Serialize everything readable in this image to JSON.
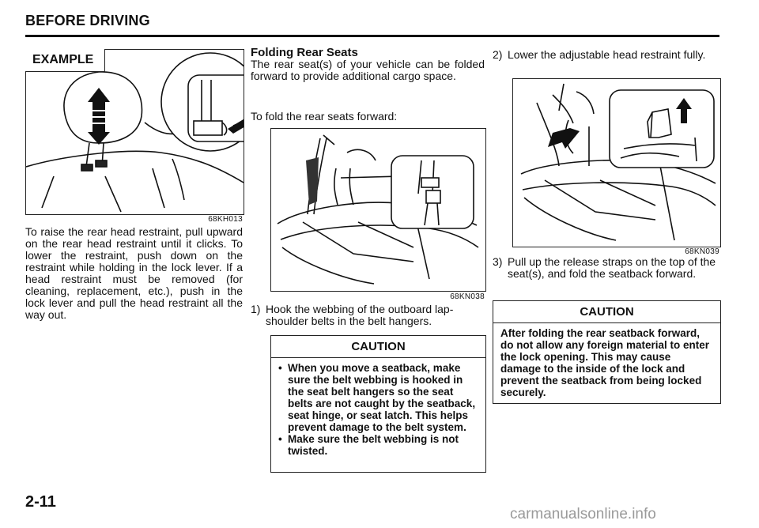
{
  "header": {
    "section": "BEFORE DRIVING"
  },
  "col1": {
    "figure_tag": "EXAMPLE",
    "figure_code": "68KH013",
    "paragraph": "To raise the rear head restraint, pull upward on the rear head restraint until it clicks. To lower the restraint, push down on the restraint while holding in the lock lever. If a head restraint must be removed (for cleaning, replacement, etc.), push in the lock lever and pull the head restraint all the way out."
  },
  "col2": {
    "heading": "Folding Rear Seats",
    "intro": "The rear seat(s) of your vehicle can be folded forward to provide additional cargo space.",
    "lead": "To fold the rear seats forward:",
    "figure_code": "68KN038",
    "step1_num": "1)",
    "step1_text": "Hook the webbing of the outboard lap-shoulder belts in the belt hangers.",
    "caution_title": "CAUTION",
    "caution_b1": "When you move a seatback, make sure the belt webbing is hooked in the seat belt hangers so the seat belts are not caught by the seatback, seat hinge, or seat latch. This helps prevent damage to the belt system.",
    "caution_b2": "Make sure the belt webbing is not twisted."
  },
  "col3": {
    "step2_num": "2)",
    "step2_text": "Lower the adjustable head restraint fully.",
    "figure_code": "68KN039",
    "step3_num": "3)",
    "step3_text": "Pull up the release straps on the top of the seat(s), and fold the seatback forward.",
    "caution_title": "CAUTION",
    "caution_text": "After folding the rear seatback forward, do not allow any foreign material to enter the lock opening. This may cause damage to the inside of the lock and prevent the seatback from being locked securely."
  },
  "footer": {
    "page_number": "2-11",
    "watermark": "carmanualsonline.info"
  }
}
